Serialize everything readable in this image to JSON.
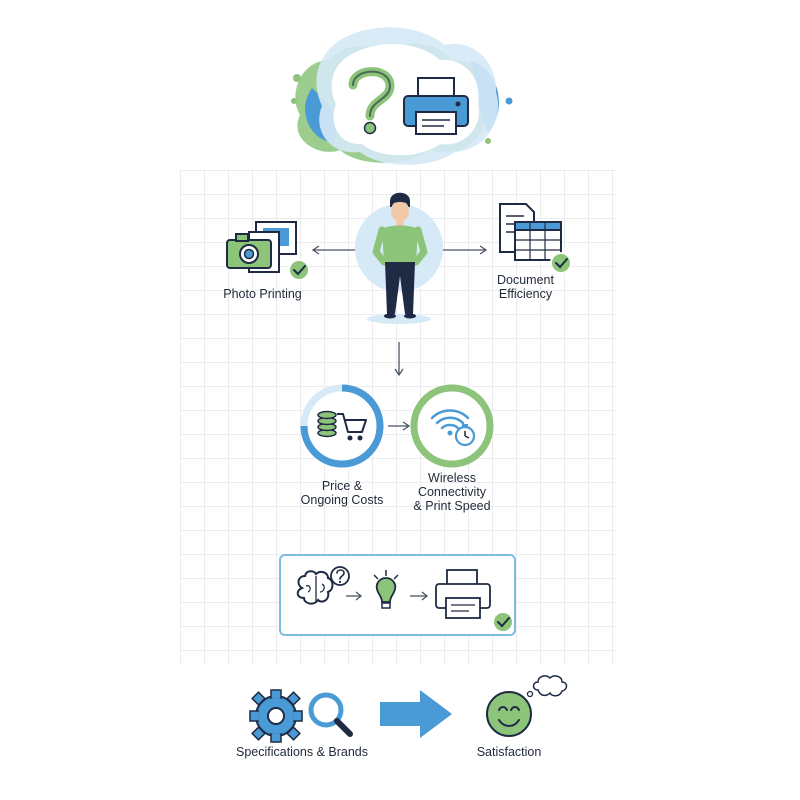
{
  "labels": {
    "photo_printing": "Photo Printing",
    "document_efficiency": "Document\nEfficiency",
    "price_costs": "Price &\nOngoing Costs",
    "wireless_speed": "Wireless\nConnectivity\n& Print Speed",
    "specs_brands": "Specifications & Brands",
    "satisfaction": "Satisfaction"
  },
  "icons": {
    "hero": [
      "question-mark-icon",
      "printer-icon"
    ],
    "center": "person-icon",
    "left_node": [
      "camera-icon",
      "photo-stack-icon",
      "check-badge-icon"
    ],
    "right_node": [
      "document-icon",
      "spreadsheet-icon",
      "check-badge-icon"
    ],
    "ring_left": [
      "coin-stack-icon",
      "shopping-cart-icon"
    ],
    "ring_right": [
      "wifi-icon",
      "stopwatch-icon"
    ],
    "process": [
      "brain-icon",
      "question-bubble-icon",
      "lightbulb-icon",
      "printer-icon",
      "check-badge-icon"
    ],
    "bottom": [
      "gear-icon",
      "magnifier-icon",
      "arrow-right-icon",
      "smiley-icon",
      "thought-bubble-icon"
    ]
  },
  "colors": {
    "blue": "#4a9ad6",
    "green": "#8cc47a",
    "light_blue": "#d6e9f7",
    "dark": "#1f2a44"
  }
}
